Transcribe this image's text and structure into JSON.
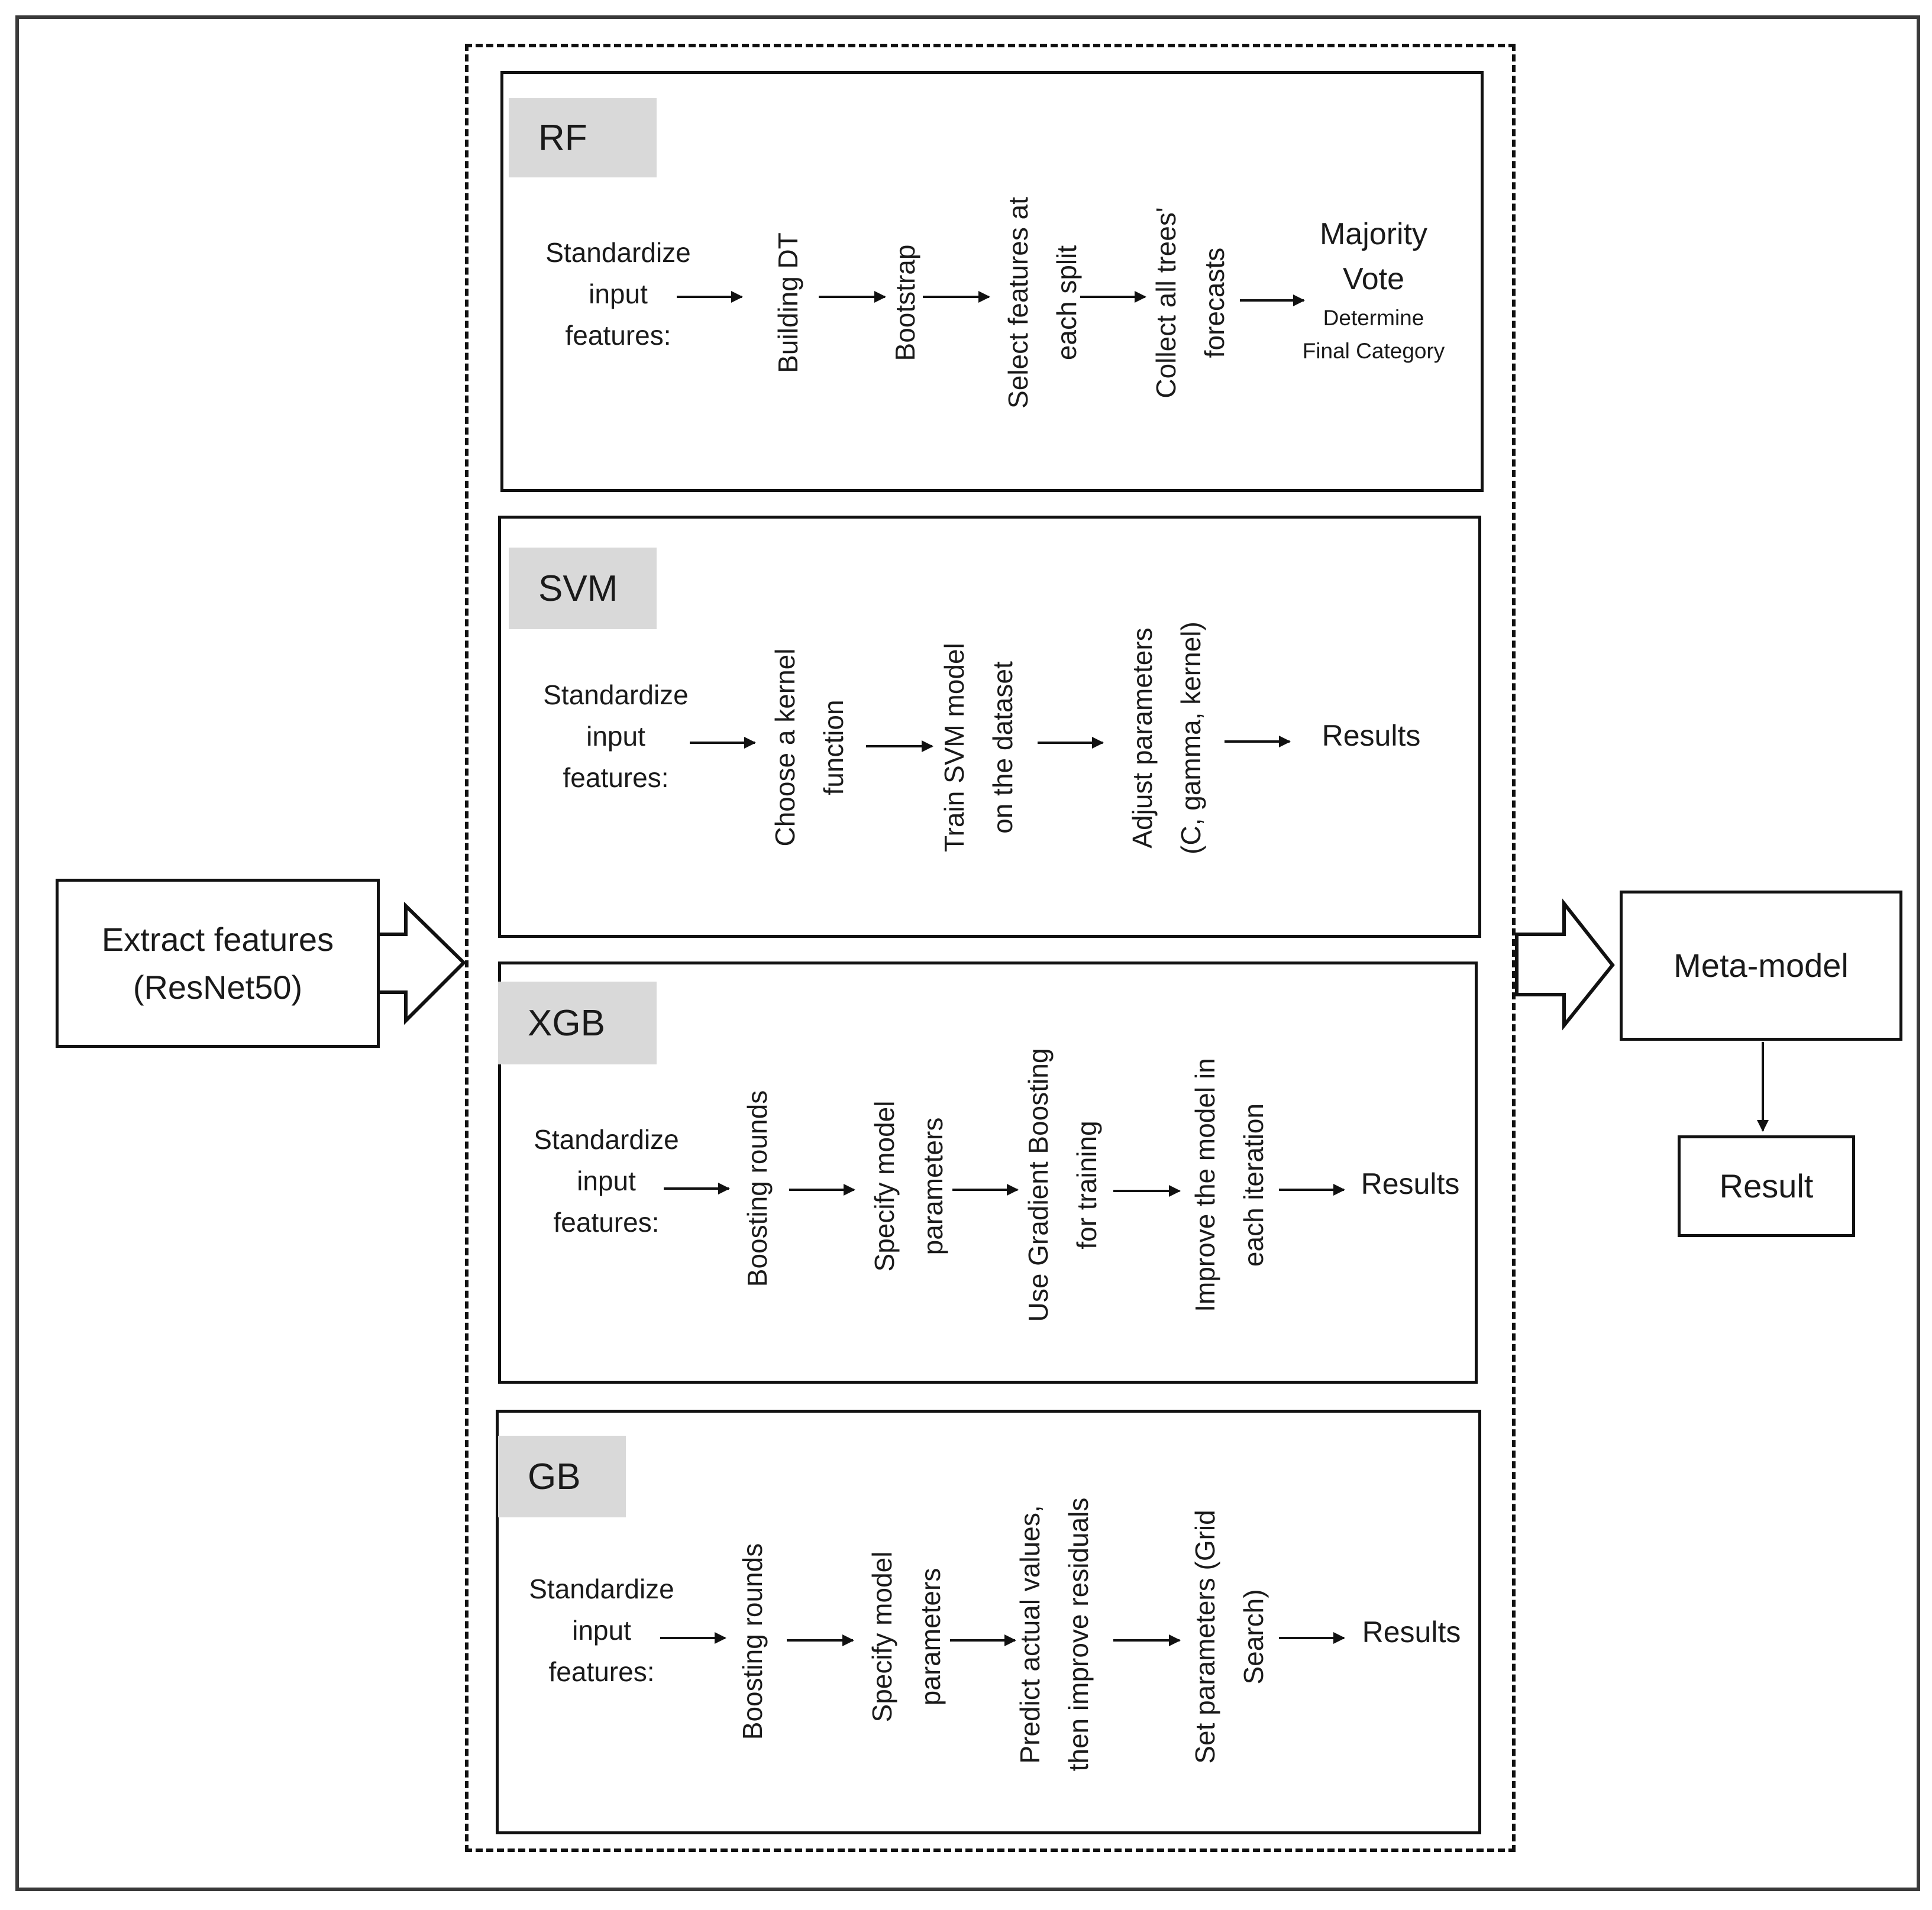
{
  "input_box": {
    "line1": "Extract features",
    "line2": "(ResNet50)"
  },
  "meta_model": "Meta-model",
  "result": "Result",
  "panels": {
    "rf": {
      "title": "RF",
      "start": [
        "Standardize",
        "input",
        "features:"
      ],
      "steps": [
        [
          "Building DT"
        ],
        [
          "Bootstrap"
        ],
        [
          "Select features at",
          "each split"
        ],
        [
          "Collect all trees'",
          "forecasts"
        ]
      ],
      "end": {
        "title1": "Majority",
        "title2": "Vote",
        "sub1": "Determine",
        "sub2": "Final Category"
      }
    },
    "svm": {
      "title": "SVM",
      "start": [
        "Standardize",
        "input",
        "features:"
      ],
      "steps": [
        [
          "Choose a kernel",
          "function"
        ],
        [
          "Train SVM model",
          "on the dataset"
        ],
        [
          "Adjust parameters",
          "(C, gamma, kernel)"
        ]
      ],
      "end": "Results"
    },
    "xgb": {
      "title": "XGB",
      "start": [
        "Standardize",
        "input",
        "features:"
      ],
      "steps": [
        [
          "Boosting rounds"
        ],
        [
          "Specify model",
          "parameters"
        ],
        [
          "Use Gradient Boosting",
          "for training"
        ],
        [
          "Improve the model in",
          "each iteration"
        ]
      ],
      "end": "Results"
    },
    "gb": {
      "title": "GB",
      "start": [
        "Standardize",
        "input",
        "features:"
      ],
      "steps": [
        [
          "Boosting rounds"
        ],
        [
          "Specify model",
          "parameters"
        ],
        [
          "Predict actual values,",
          "then improve residuals"
        ],
        [
          "Set parameters (Grid",
          "Search)"
        ]
      ],
      "end": "Results"
    }
  }
}
